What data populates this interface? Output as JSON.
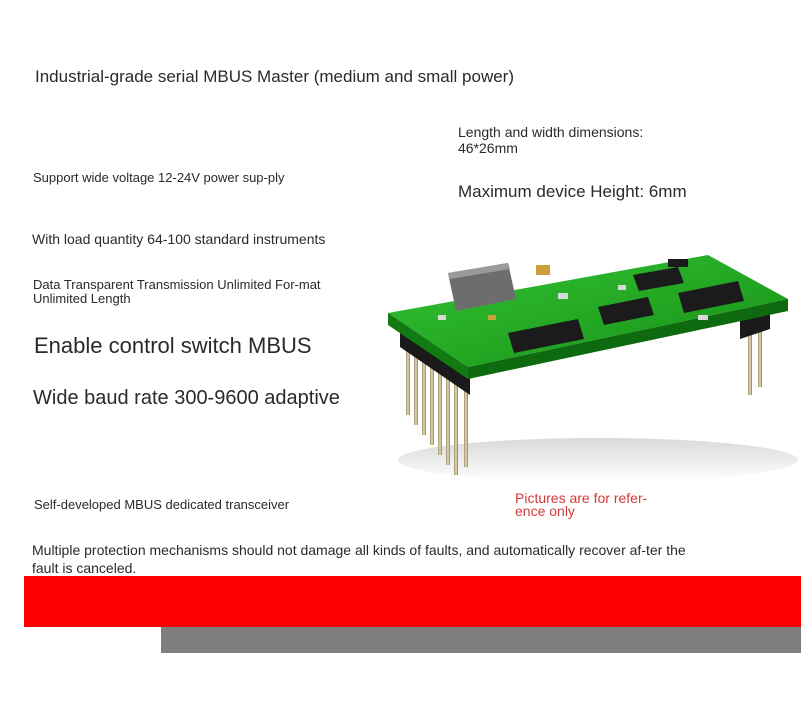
{
  "title": "Industrial-grade serial MBUS Master (medium and small power)",
  "features": {
    "voltage": "Support wide voltage 12-24V power sup-ply",
    "load": "With load quantity 64-100 standard instruments",
    "transparent": "Data Transparent Transmission Unlimited For-mat Unlimited Length",
    "enable": "Enable control switch MBUS",
    "baud": "Wide baud rate 300-9600 adaptive",
    "transceiver": "Self-developed MBUS dedicated transceiver",
    "protection": "Multiple protection mechanisms should not damage all kinds of faults, and automatically recover af-ter the fault is canceled."
  },
  "specs": {
    "dimensions": "Length and width dimensions: 46*26mm",
    "height": "Maximum device Height: 6mm"
  },
  "disclaimer": "Pictures are for refer-ence only",
  "colors": {
    "accent_red": "#ff0000",
    "band_grey": "#7e7e7e",
    "disclaimer_text": "#d23a3a",
    "pcb_green": "#1fa31f"
  },
  "product_image": "mbus-master-pcb-module"
}
